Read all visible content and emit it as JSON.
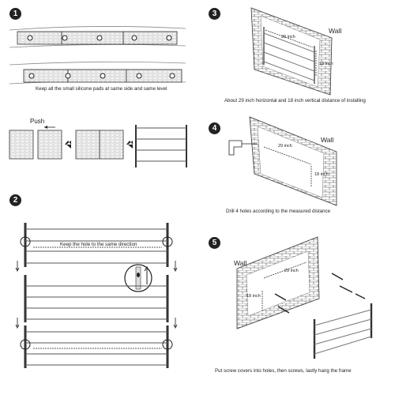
{
  "steps": {
    "s1": {
      "number": "1",
      "caption": "Keep all the small silicone pads at same side and same level",
      "push": "Push"
    },
    "s2": {
      "number": "2",
      "caption": "Keep the hole to the same direction"
    },
    "s3": {
      "number": "3",
      "wall": "Wall",
      "horizontal": "29 inch",
      "vertical": "18 inch",
      "caption": "About 29 inch horizontal and 18 inch vertical distance of installing"
    },
    "s4": {
      "number": "4",
      "wall": "Wall",
      "horizontal": "29 inch",
      "vertical": "18 inch",
      "caption": "Drill 4 holes according to the measured distance"
    },
    "s5": {
      "number": "5",
      "wall": "Wall",
      "horizontal": "29 inch",
      "vertical": "18 inch",
      "caption": "Put screw covers into holes, then screws, lastly hang the frame"
    }
  },
  "icons": [
    "drill-icon",
    "screw-icon",
    "hook-icon",
    "arrow-icon"
  ]
}
